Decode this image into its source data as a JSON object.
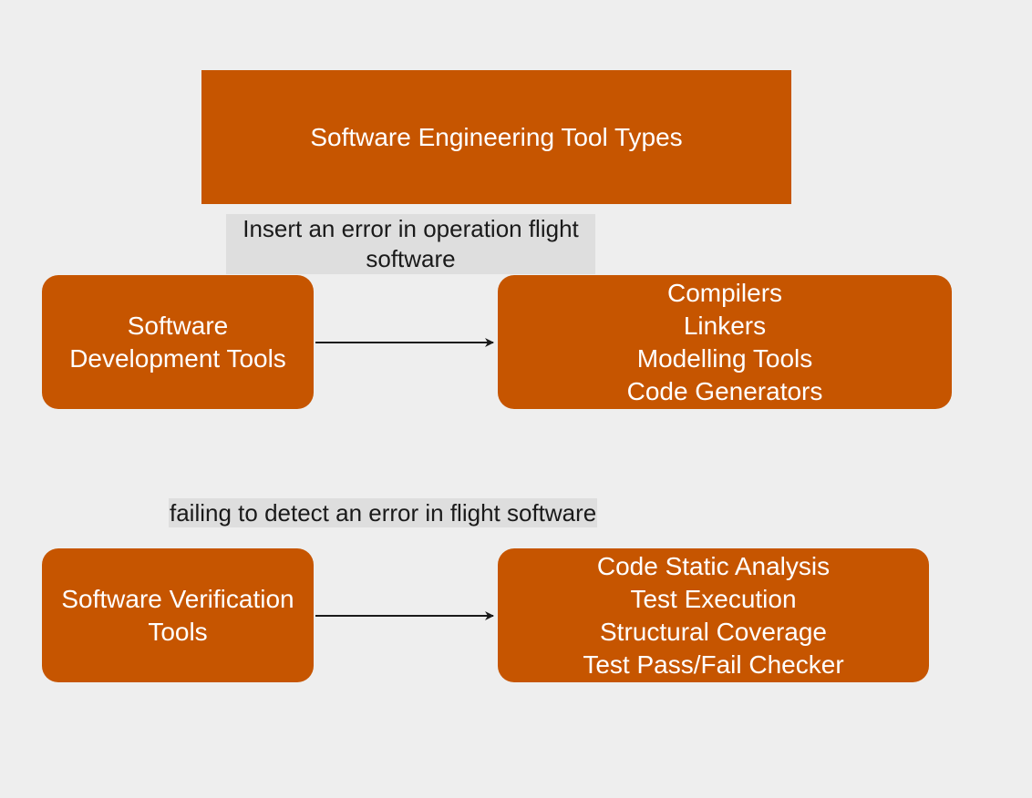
{
  "title": "Software Engineering Tool Types",
  "development": {
    "category_lines": [
      "Software",
      "Development Tools"
    ],
    "edge_label_lines": [
      "Insert an error in operation flight",
      "software"
    ],
    "tools": [
      "Compilers",
      "Linkers",
      "Modelling Tools",
      "Code Generators"
    ]
  },
  "verification": {
    "category_lines": [
      "Software Verification",
      "Tools"
    ],
    "edge_label": "failing to detect an error in flight software",
    "tools": [
      "Code Static Analysis",
      "Test Execution",
      "Structural Coverage",
      "Test Pass/Fail Checker"
    ]
  },
  "colors": {
    "node_fill": "#c65500",
    "node_text": "#ffffff",
    "background": "#eeeeee",
    "edge_label_bg": "#dedede",
    "arrow": "#1a1a1a"
  }
}
